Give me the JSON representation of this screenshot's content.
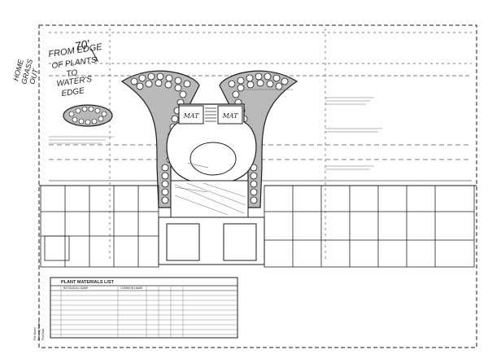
{
  "handwritten": {
    "from_edge_lines": [
      "FROM EDGE",
      "OF PLANTS",
      "TO",
      "WATER'S",
      "EDGE"
    ],
    "distance": "70'",
    "grass_lines": [
      "HOME",
      "GRASS",
      "OUT"
    ]
  },
  "structures": {
    "mat_left": "MAT",
    "mat_right": "MAT"
  },
  "table": {
    "title": "PLANT MATERIALS LIST",
    "headers": [
      "",
      "BOTANICAL NAME",
      "COMMON NAME",
      "",
      "",
      "",
      ""
    ]
  },
  "side_notes": [
    "File Name",
    "Drawing Name",
    "Plot Date"
  ],
  "colors": {
    "ink": "#1e1e1e",
    "light_ink": "#6a6a6a",
    "paper": "#ffffff",
    "fill_gray": "#b9b9b9"
  }
}
